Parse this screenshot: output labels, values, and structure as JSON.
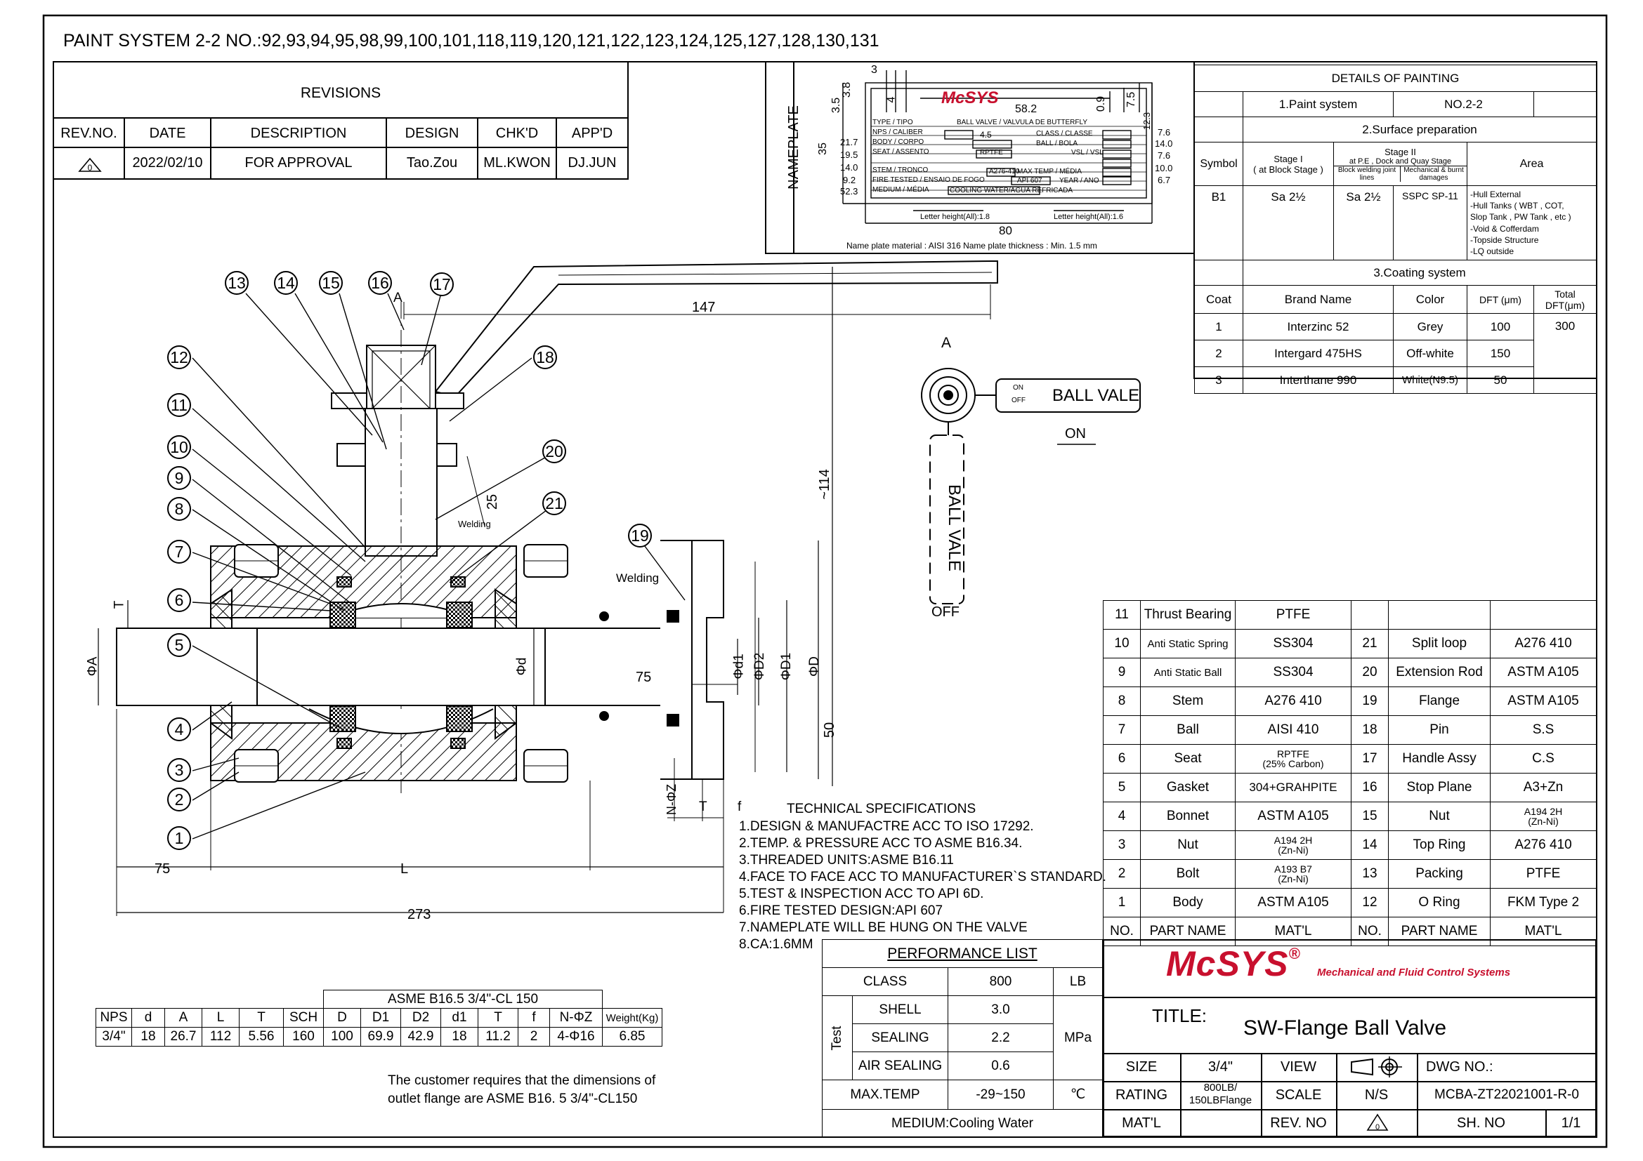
{
  "header": {
    "title": "PAINT SYSTEM 2-2  NO.:92,93,94,95,98,99,100,101,118,119,120,121,122,123,124,125,127,128,130,131"
  },
  "revisions": {
    "title": "REVISIONS",
    "columns": [
      "REV.NO.",
      "DATE",
      "DESCRIPTION",
      "DESIGN",
      "CHK'D",
      "APP'D"
    ],
    "row": {
      "rev": "0",
      "date": "2022/02/10",
      "description": "FOR APPROVAL",
      "design": "Tao.Zou",
      "checked": "ML.KWON",
      "approved": "DJ.JUN"
    }
  },
  "nameplate": {
    "side_label": "NAMEPLATE",
    "logo": "McSYS",
    "rows": {
      "type": "TYPE / TIPO",
      "type_val": "BALL VALVE / VALVULA DE BUTTERFLY",
      "nps": "NPS / CALIBER",
      "nps_val": "4.5",
      "class": "CLASS / CLASSE",
      "body": "BODY / CORPO",
      "ball": "BALL / BOLA",
      "seat": "SEAT / ASSENTO",
      "seat_val": "RPTFE",
      "vsl": "VSL / VSL",
      "stem": "STEM / TRONCO",
      "stem_val": "A276-410",
      "maxtemp": "MAX TEMP / MÉDIA",
      "fire": "FIRE TESTED / ENSAIO DE FOGO",
      "fire_val": "API 607",
      "year": "YEAR / ANO",
      "medium": "MEDIUM / MÉDIA",
      "medium_val": "COOLING WATER/AGUA REFRICADA"
    },
    "dims": {
      "d3": "3",
      "d35a": "3.5",
      "d38": "3.8",
      "d4": "4",
      "d582": "58.2",
      "d09": "0.9",
      "d75": "7.5",
      "d35": "35",
      "d217": "21.7",
      "d195": "19.5",
      "d140": "14.0",
      "d92": "9.2",
      "d523": "52.3",
      "r12": "12.3",
      "r76a": "7.6",
      "r140": "14.0",
      "r76b": "7.6",
      "r100": "10.0",
      "r67": "6.7",
      "d80": "80"
    },
    "letter_left": "Letter height(All):1.8",
    "letter_right": "Letter height(All):1.6",
    "material_note": "Name plate material : AISI 316    Name plate thickness : Min. 1.5 mm"
  },
  "painting": {
    "title": "DETAILS OF PAINTING",
    "system_label": "1.Paint system",
    "system_value": "NO.2-2",
    "surface_title": "2.Surface preparation",
    "surface_headers": {
      "symbol": "Symbol",
      "stage1": "Stage I",
      "stage1_sub": "( at Block Stage )",
      "stage2": "Stage II",
      "stage2_sub": "at P.E , Dock and Quay Stage",
      "block": "Block welding joint lines",
      "mech": "Mechanical & burnt damages",
      "area": "Area"
    },
    "surface_row": {
      "symbol": "B1",
      "stage1": "Sa 2½",
      "block": "Sa 2½",
      "mech": "SSPC SP-11",
      "areas": [
        "-Hull External",
        "-Hull Tanks ( WBT , COT,",
        "Slop Tank , PW Tank , etc )",
        "-Void & Cofferdam",
        "-Topside Structure",
        "-LQ outside"
      ]
    },
    "coating_title": "3.Coating system",
    "coating_headers": [
      "Coat",
      "Brand Name",
      "Color",
      "DFT (μm)",
      "Total DFT(μm)"
    ],
    "coating_rows": [
      {
        "coat": "1",
        "brand": "Interzinc 52",
        "color": "Grey",
        "dft": "100"
      },
      {
        "coat": "2",
        "brand": "Intergard 475HS",
        "color": "Off-white",
        "dft": "150"
      },
      {
        "coat": "3",
        "brand": "Interthane 990",
        "color": "White(N9.5)",
        "dft": "50"
      }
    ],
    "total_dft": "300"
  },
  "drawing": {
    "balloons": [
      "1",
      "2",
      "3",
      "4",
      "5",
      "6",
      "7",
      "8",
      "9",
      "10",
      "11",
      "12",
      "13",
      "14",
      "15",
      "16",
      "17",
      "18",
      "19",
      "20",
      "21"
    ],
    "dim_147": "147",
    "dim_114": "~114",
    "dim_50": "50",
    "dim_25": "25",
    "dim_75_flange": "75",
    "dim_75_left": "75",
    "dim_L": "L",
    "dim_273": "273",
    "phiA": "ΦA",
    "phid": "Φd",
    "phid1": "Φd1",
    "phiD2": "ΦD2",
    "phiD1": "ΦD1",
    "phiD": "ΦD",
    "NphiZ": "N-ΦZ",
    "T": "T",
    "f": "f",
    "T_top": "T",
    "welding1": "Welding",
    "welding2": "Welding",
    "view_A": "A",
    "view_A2": "A",
    "handle_text": "BALL VALE",
    "on_label": "ON",
    "off_label": "OFF",
    "on_small": "ON",
    "off_small": "OFF"
  },
  "parts": {
    "left": [
      {
        "no": "11",
        "name": "Thrust Bearing",
        "mat": "PTFE"
      },
      {
        "no": "10",
        "name": "Anti Static Spring",
        "mat": "SS304"
      },
      {
        "no": "9",
        "name": "Anti Static Ball",
        "mat": "SS304"
      },
      {
        "no": "8",
        "name": "Stem",
        "mat": "A276 410"
      },
      {
        "no": "7",
        "name": "Ball",
        "mat": "AISI 410"
      },
      {
        "no": "6",
        "name": "Seat",
        "mat": "RPTFE",
        "mat2": "(25% Carbon)"
      },
      {
        "no": "5",
        "name": "Gasket",
        "mat": "304+GRAHPITE"
      },
      {
        "no": "4",
        "name": "Bonnet",
        "mat": "ASTM A105"
      },
      {
        "no": "3",
        "name": "Nut",
        "mat": "A194 2H",
        "mat2": "(Zn-Ni)"
      },
      {
        "no": "2",
        "name": "Bolt",
        "mat": "A193 B7",
        "mat2": "(Zn-Ni)"
      },
      {
        "no": "1",
        "name": "Body",
        "mat": "ASTM A105"
      }
    ],
    "right": [
      {
        "no": "",
        "name": "",
        "mat": ""
      },
      {
        "no": "21",
        "name": "Split loop",
        "mat": "A276 410"
      },
      {
        "no": "20",
        "name": "Extension Rod",
        "mat": "ASTM A105"
      },
      {
        "no": "19",
        "name": "Flange",
        "mat": "ASTM A105"
      },
      {
        "no": "18",
        "name": "Pin",
        "mat": "S.S"
      },
      {
        "no": "17",
        "name": "Handle Assy",
        "mat": "C.S"
      },
      {
        "no": "16",
        "name": "Stop Plane",
        "mat": "A3+Zn"
      },
      {
        "no": "15",
        "name": "Nut",
        "mat": "A194 2H",
        "mat2": "(Zn-Ni)"
      },
      {
        "no": "14",
        "name": "Top Ring",
        "mat": "A276 410"
      },
      {
        "no": "13",
        "name": "Packing",
        "mat": "PTFE"
      },
      {
        "no": "12",
        "name": "O Ring",
        "mat": "FKM Type 2"
      }
    ],
    "footer": {
      "no": "NO.",
      "name": "PART NAME",
      "mat": "MAT'L"
    }
  },
  "tech_specs": {
    "title": "TECHNICAL SPECIFICATIONS",
    "items": [
      "1.DESIGN & MANUFACTRE ACC TO ISO 17292.",
      "2.TEMP. & PRESSURE ACC TO ASME B16.34.",
      "3.THREADED UNITS:ASME B16.11",
      "4.FACE TO FACE ACC TO MANUFACTURER`S STANDARD.",
      "5.TEST & INSPECTION ACC TO API 6D.",
      "6.FIRE TESTED DESIGN:API 607",
      "7.NAMEPLATE WILL BE HUNG ON THE VALVE",
      "8.CA:1.6MM"
    ]
  },
  "dim_table": {
    "group_header": "ASME B16.5 3/4\"-CL 150",
    "headers": [
      "NPS",
      "d",
      "A",
      "L",
      "T",
      "SCH",
      "D",
      "D1",
      "D2",
      "d1",
      "T",
      "f",
      "N-ΦZ",
      "Weight(Kg)"
    ],
    "values": [
      "3/4\"",
      "18",
      "26.7",
      "112",
      "5.56",
      "160",
      "100",
      "69.9",
      "42.9",
      "18",
      "11.2",
      "2",
      "4-Φ16",
      "6.85"
    ]
  },
  "customer_note": [
    "The customer requires that the dimensions of",
    "outlet flange are ASME B16. 5  3/4\"-CL150"
  ],
  "performance": {
    "title": "PERFORMANCE LIST",
    "class_label": "CLASS",
    "class_val": "800",
    "class_unit": "LB",
    "test_label": "Test",
    "shell": "SHELL",
    "shell_val": "3.0",
    "sealing": "SEALING",
    "sealing_val": "2.2",
    "air": "AIR SEALING",
    "air_val": "0.6",
    "pressure_unit": "MPa",
    "maxtemp": "MAX.TEMP",
    "maxtemp_val": "-29~150",
    "temp_unit": "℃",
    "medium": "MEDIUM:Cooling Water"
  },
  "title_block": {
    "logo": "McSYS",
    "logo_reg": "®",
    "tagline": "Mechanical and Fluid Control Systems",
    "title_label": "TITLE:",
    "title": "SW-Flange Ball Valve",
    "size_label": "SIZE",
    "size_val": "3/4\"",
    "view_label": "VIEW",
    "dwg_label": "DWG NO.:",
    "dwg_val": "MCBA-ZT22021001-R-0",
    "rating_label": "RATING",
    "rating_val1": "800LB/",
    "rating_val2": "150LBFlange",
    "scale_label": "SCALE",
    "scale_val": "N/S",
    "matl_label": "MAT'L",
    "rev_label": "REV. NO",
    "rev_val": "0",
    "sheet_label": "SH. NO",
    "sheet_val": "1/1"
  },
  "colors": {
    "line": "#000000",
    "brand_red": "#c8102e",
    "paper": "#ffffff"
  }
}
